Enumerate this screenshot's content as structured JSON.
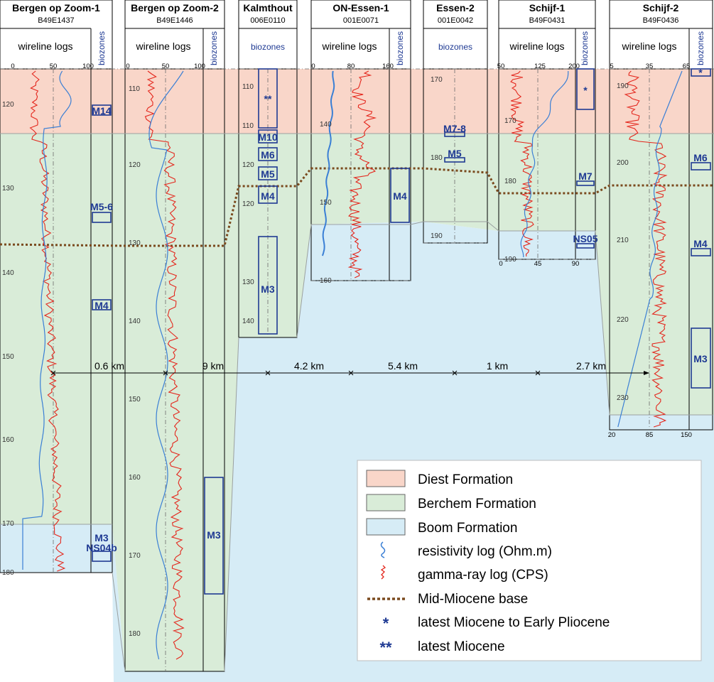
{
  "wells": [
    {
      "name": "Bergen op Zoom-1",
      "id": "B49E1437",
      "sections": [
        "wireline logs",
        "biozones"
      ],
      "scale": [
        "0",
        "50",
        "100"
      ],
      "depths": [
        "120",
        "130",
        "140",
        "150",
        "160",
        "170",
        "180"
      ],
      "zones": [
        "M14",
        "M5-6",
        "M4",
        "M3",
        "NS04b"
      ]
    },
    {
      "name": "Bergen op Zoom-2",
      "id": "B49E1446",
      "sections": [
        "wireline logs",
        "biozones"
      ],
      "scale": [
        "0",
        "50",
        "100"
      ],
      "depths": [
        "110",
        "120",
        "130",
        "140",
        "150",
        "160",
        "170",
        "180"
      ],
      "zones": [
        "M3"
      ]
    },
    {
      "name": "Kalmthout",
      "id": "006E0110",
      "sections": [
        "biozones"
      ],
      "scale": [],
      "depths": [
        "110",
        "110",
        "120",
        "120",
        "130",
        "140"
      ],
      "zones": [
        "M10",
        "M6",
        "M5",
        "M4",
        "M3"
      ],
      "markers": [
        "**"
      ]
    },
    {
      "name": "ON-Essen-1",
      "id": "001E0071",
      "sections": [
        "wireline logs",
        "biozones"
      ],
      "scale": [
        "0",
        "80",
        "160"
      ],
      "depths": [
        "140",
        "150",
        "160"
      ],
      "zones": [
        "M4"
      ]
    },
    {
      "name": "Essen-2",
      "id": "001E0042",
      "sections": [
        "biozones"
      ],
      "scale": [],
      "depths": [
        "170",
        "180",
        "190"
      ],
      "zones": [
        "M7-8",
        "M5"
      ]
    },
    {
      "name": "Schijf-1",
      "id": "B49F0431",
      "sections": [
        "wireline logs",
        "biozones"
      ],
      "scale": [
        "50",
        "125",
        "200"
      ],
      "scale_bottom": [
        "0",
        "45",
        "90"
      ],
      "depths": [
        "170",
        "180",
        "190"
      ],
      "zones": [
        "M7",
        "NS05"
      ],
      "markers": [
        "*"
      ]
    },
    {
      "name": "Schijf-2",
      "id": "B49F0436",
      "sections": [
        "wireline logs",
        "biozones"
      ],
      "scale": [
        "5",
        "35",
        "65"
      ],
      "scale_bottom": [
        "20",
        "85",
        "150"
      ],
      "depths": [
        "190",
        "200",
        "210",
        "220",
        "230"
      ],
      "zones": [
        "M6",
        "M4",
        "M3"
      ],
      "markers": [
        "*"
      ]
    }
  ],
  "distances": [
    "0.6 km",
    "9 km",
    "4.2 km",
    "5.4 km",
    "1 km",
    "2.7 km"
  ],
  "legend": [
    {
      "label": "Diest Formation",
      "color": "#f9d6c9"
    },
    {
      "label": "Berchem Formation",
      "color": "#d9ecd8"
    },
    {
      "label": "Boom Formation",
      "color": "#d6ecf6"
    },
    {
      "label": "resistivity log (Ohm.m)",
      "color": "#3a7fd5",
      "icon": "resistivity-squiggle-icon"
    },
    {
      "label": "gamma-ray log (CPS)",
      "color": "#e4261c",
      "icon": "gamma-squiggle-icon"
    },
    {
      "label": "Mid-Miocene base",
      "color": "#7a4a1e",
      "icon": "dotted-line-icon"
    },
    {
      "label": "latest Miocene to Early Pliocene",
      "symbol": "*"
    },
    {
      "label": "latest Miocene",
      "symbol": "**"
    }
  ],
  "colors": {
    "diest": "#f9d6c9",
    "berchem": "#d9ecd8",
    "boom": "#d6ecf6",
    "zone_blue": "#1f3a93",
    "gamma": "#e4261c",
    "resistivity": "#3a7fd5",
    "mid_miocene": "#7a4a1e"
  }
}
